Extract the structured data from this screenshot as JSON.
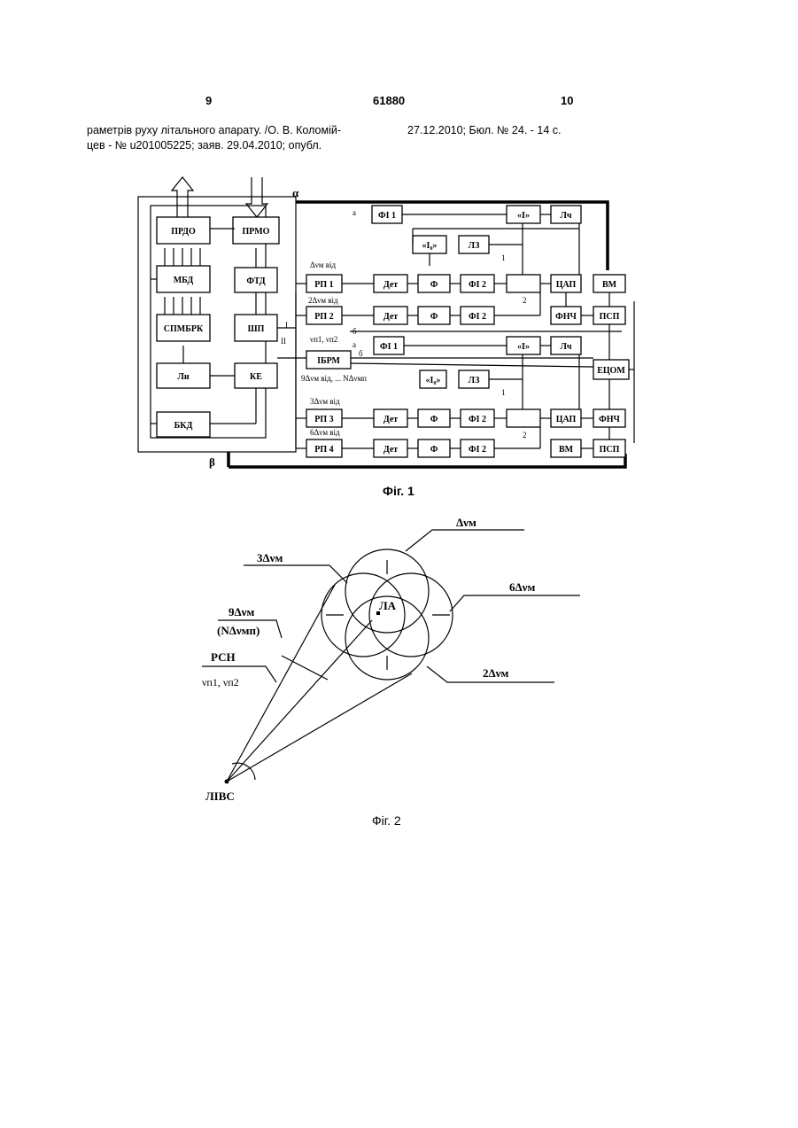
{
  "header": {
    "page_left": "9",
    "patent_number": "61880",
    "page_right": "10"
  },
  "reference": {
    "left_line1": "раметрів руху літального апарату. /О. В. Коломій-",
    "left_line2": "цев - № u201005225; заяв. 29.04.2010; опубл.",
    "right_line1": "27.12.2010; Бюл. № 24. - 14 с."
  },
  "fig1": {
    "caption": "Фіг. 1",
    "blocks": {
      "prdo": "ПРДО",
      "prmo": "ПРМО",
      "mbd": "МБД",
      "ftd": "ФТД",
      "spmbrk": "СПМБРК",
      "shp": "ШП",
      "li": "Ли",
      "ke": "КЕ",
      "bkd": "БКД",
      "ibrm": "ІБРМ",
      "etsom": "ЕЦОМ",
      "rp1": "РП 1",
      "rp2": "РП 2",
      "rp3": "РП 3",
      "rp4": "РП 4",
      "det": "Дет",
      "f": "Ф",
      "fi1": "ФІ 1",
      "fi2": "ФІ 2",
      "i_block": "«І»",
      "i0_block": "«І₀»",
      "lch": "Лч",
      "lz": "ЛЗ",
      "tsap": "ЦАП",
      "fnch": "ФНЧ",
      "psp": "ПСП",
      "vm": "ВМ"
    },
    "labels": {
      "alpha": "α",
      "beta": "β",
      "roman1": "І",
      "roman2": "ІІ",
      "a": "а",
      "b": "б",
      "n1": "1",
      "n2": "2",
      "dv_from": "Δνм від",
      "dv2_from": "2Δνм від",
      "vn": "νп1, νп2",
      "dv9": "9Δνм від, ... NΔνмп",
      "dv3_from": "3Δνм від",
      "dv6_from": "6Δνм від"
    }
  },
  "fig2": {
    "caption": "Фіг. 2",
    "labels": {
      "dv": "Δνм",
      "dv3": "3Δνм",
      "dv6": "6Δνм",
      "dv9": "9Δνм",
      "ndv": "(NΔνмп)",
      "rsn": "РСН",
      "vn": "νп1, νп2",
      "dv2": "2Δνм",
      "la": "ЛА",
      "livs": "ЛІВС"
    }
  }
}
